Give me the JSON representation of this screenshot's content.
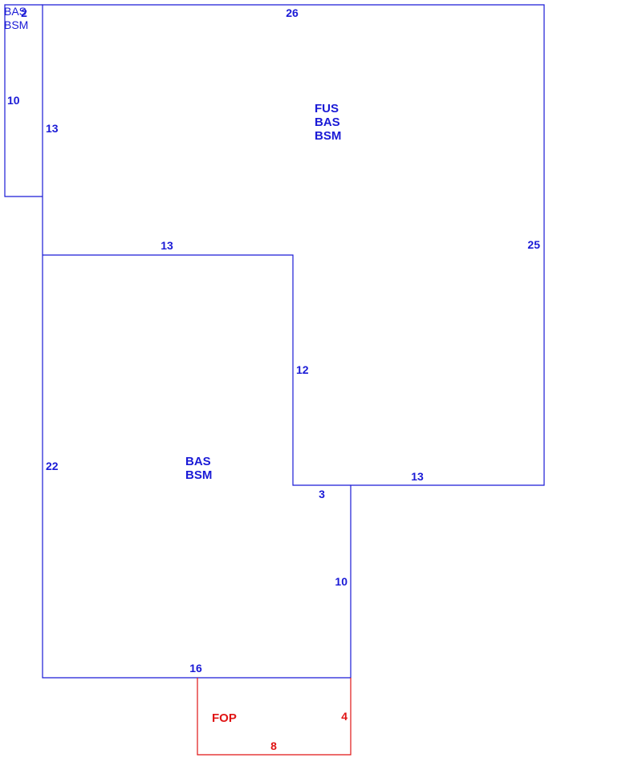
{
  "colors": {
    "main": "#1a1ad6",
    "porch": "#e01414",
    "background": "#ffffff"
  },
  "areas": {
    "small_left": {
      "lines": [
        "BAS",
        "BSM"
      ]
    },
    "upper_main": {
      "lines": [
        "FUS",
        "BAS",
        "BSM"
      ]
    },
    "lower_main": {
      "lines": [
        "BAS",
        "BSM"
      ]
    },
    "porch": {
      "lines": [
        "FOP"
      ]
    }
  },
  "dimensions": {
    "small_top": "2",
    "small_side": "10",
    "upper_top": "26",
    "upper_left": "13",
    "upper_right": "25",
    "step_top": "13",
    "step_vertical": "12",
    "lower_left": "22",
    "inner_bottom": "13",
    "notch_top": "3",
    "notch_side": "10",
    "lower_bottom": "16",
    "porch_side": "4",
    "porch_bottom": "8"
  }
}
